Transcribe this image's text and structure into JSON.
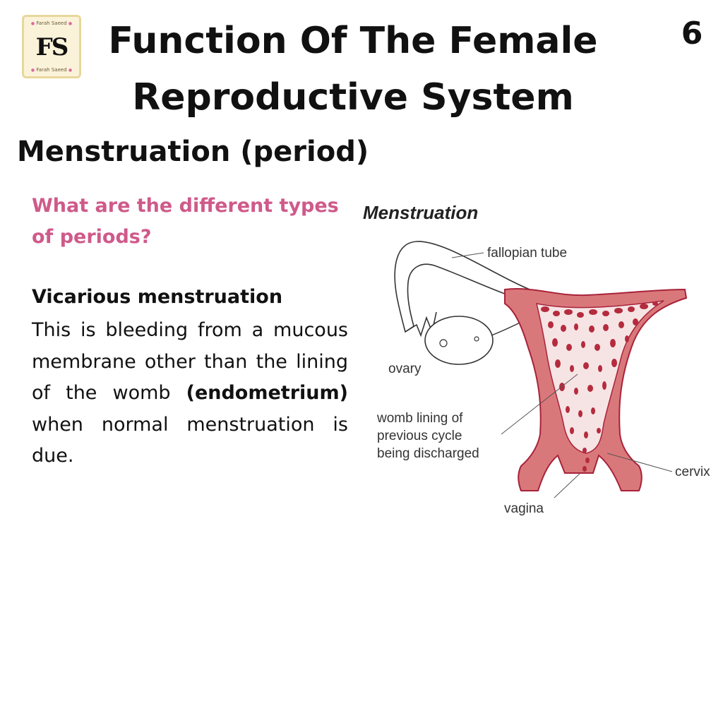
{
  "logo": {
    "brand_top": "Farah Saeed",
    "brand_bottom": "Farah Saeed",
    "monogram": "FS"
  },
  "header": {
    "title_line1": "Function Of The Female",
    "title_line2": "Reproductive System",
    "page_number": "6"
  },
  "section": {
    "heading": "Menstruation (period)"
  },
  "question": {
    "line1": "What are the different types",
    "line2": "of periods?"
  },
  "content": {
    "subheading": "Vicarious menstruation",
    "text_before": "This is bleeding from a mucous membrane other than the lining of the womb",
    "bold_term": "(endometrium)",
    "text_after": "when normal menstruation is due."
  },
  "diagram": {
    "title": "Menstruation",
    "labels": {
      "fallopian_tube": "fallopian tube",
      "ovary": "ovary",
      "womb_lining_1": "womb lining of",
      "womb_lining_2": "previous cycle",
      "womb_lining_3": "being discharged",
      "cervix": "cervix",
      "vagina": "vagina"
    }
  },
  "colors": {
    "accent": "#cf5a8a",
    "uterus_fill": "#d9787a",
    "uterus_dark": "#a8223a",
    "lining": "#b52b3e"
  }
}
